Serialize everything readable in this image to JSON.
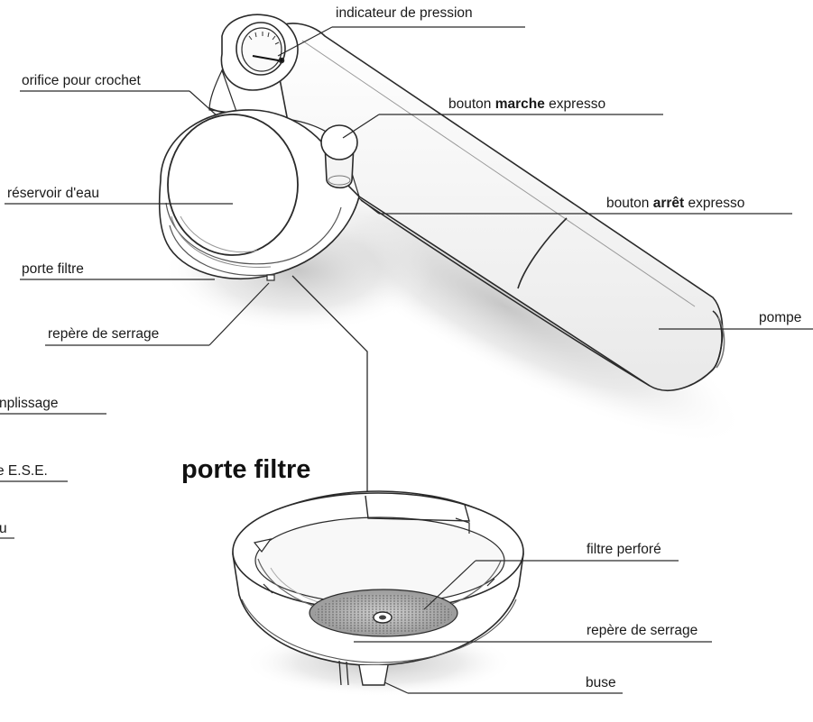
{
  "labels": {
    "pressure_gauge": "indicateur de pression",
    "hook_hole": "orifice pour crochet",
    "on_button_prefix": "bouton ",
    "on_button_bold": "marche",
    "on_button_suffix": " expresso",
    "water_tank": "réservoir d'eau",
    "off_button_prefix": "bouton ",
    "off_button_bold": "arrêt",
    "off_button_suffix": " expresso",
    "filter_holder": "porte filtre",
    "tightening_mark_top": "repère de serrage",
    "pump": "pompe",
    "cut_label_1": "nplissage",
    "cut_label_2": "e E.S.E.",
    "cut_label_3": "u",
    "filter_holder_title": "porte filtre",
    "perforated_filter": "filtre perforé",
    "tightening_mark_bottom": "repère de serrage",
    "nozzle": "buse"
  }
}
